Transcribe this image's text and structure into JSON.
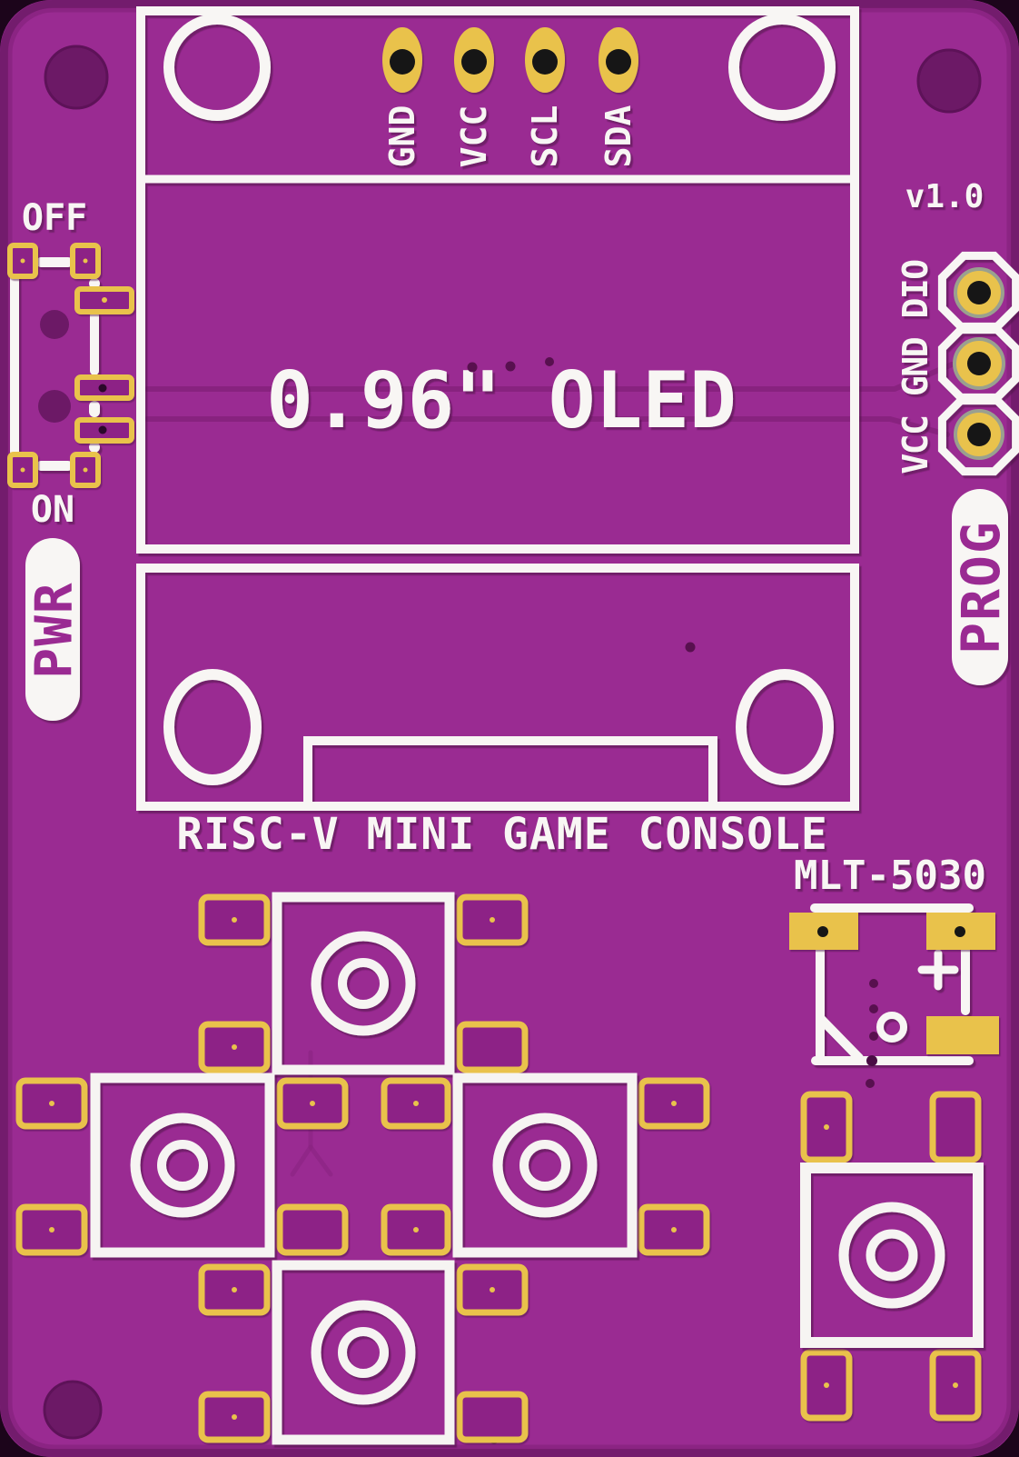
{
  "board": {
    "title": "RISC-V MINI GAME CONSOLE",
    "version": "v1.0",
    "color": "#9a2b92",
    "edge_color": "#701a6a",
    "silkscreen_color": "#f8f6f4",
    "copper_color": "#e9c24c",
    "hole_color": "#6c1966",
    "trace_color": "#88227f",
    "via_color": "#58104f"
  },
  "oled": {
    "size_label": "0.96\" OLED",
    "pins": [
      "GND",
      "VCC",
      "SCL",
      "SDA"
    ]
  },
  "power": {
    "off_label": "OFF",
    "on_label": "ON",
    "pwr_label": "PWR"
  },
  "prog": {
    "pins_label": "VCC GND DIO",
    "label": "PROG"
  },
  "buzzer": {
    "label": "MLT-5030",
    "plus_label": "+"
  }
}
